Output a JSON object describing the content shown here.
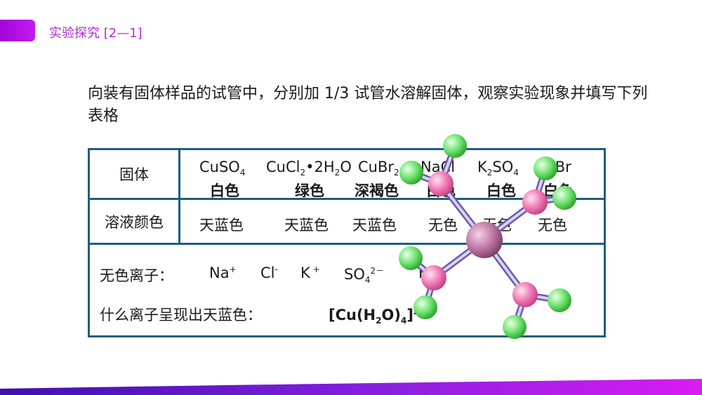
{
  "header": {
    "title": "实验探究 [2—1]"
  },
  "prompt": "向装有固体样品的试管中，分别加 1/3 试管水溶解固体，观察实验现象并填写下列表格",
  "table": {
    "row1_header": "固体",
    "solids": [
      {
        "formula_a": "CuSO",
        "sub": "4",
        "color": "白色"
      },
      {
        "formula_a": "CuCl",
        "sub": "2",
        "formula_b": "•2H",
        "sub2": "2",
        "formula_c": "O",
        "color": "绿色"
      },
      {
        "formula_a": "CuBr",
        "sub": "2",
        "color": "深褐色"
      },
      {
        "formula_a": "NaCl",
        "color": "白色"
      },
      {
        "formula_a": "K",
        "sub": "2",
        "formula_b": "SO",
        "sub2": "4",
        "color": "白色"
      },
      {
        "formula_a": "KBr",
        "color": "白色"
      }
    ],
    "row2_header": "溶液颜色",
    "solution_colors": [
      "天蓝色",
      "天蓝色",
      "天蓝色",
      "无色",
      "无色",
      "无色"
    ],
    "ions_label": "无色离子：",
    "ions": [
      {
        "base": "Na",
        "sup": "+"
      },
      {
        "base": "Cl",
        "sup": "-"
      },
      {
        "base": "K",
        "sup": " +"
      },
      {
        "base": "SO",
        "sub": "4",
        "sup": "2－"
      },
      {
        "base": "Br",
        "sup": "-"
      }
    ],
    "question_label": "什么离子呈现出天蓝色：",
    "answer": {
      "a": "[Cu(H",
      "sub1": "2",
      "b": "O)",
      "sub2": "4",
      "c": "]",
      "sup": "2+"
    }
  }
}
